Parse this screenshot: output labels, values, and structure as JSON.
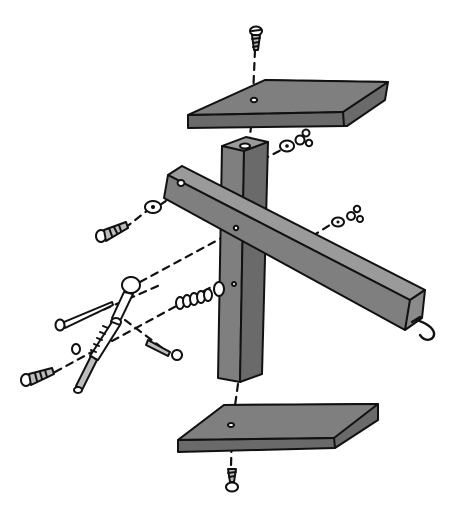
{
  "diagram": {
    "type": "exploded-assembly-illustration",
    "text_labels": [],
    "colors": {
      "background": "#ffffff",
      "wood": "#7f7f7f",
      "wood_dark": "#6a6a6a",
      "wood_light": "#9a9a9a",
      "outline": "#111111",
      "metal": "#bdbdbd"
    },
    "parts": [
      "top-plate",
      "bottom-plate",
      "vertical-post",
      "diagonal-beam",
      "screw",
      "washer",
      "wing-nut",
      "coil-spring",
      "hook",
      "long-nail",
      "turnbuckle-bolt"
    ]
  }
}
